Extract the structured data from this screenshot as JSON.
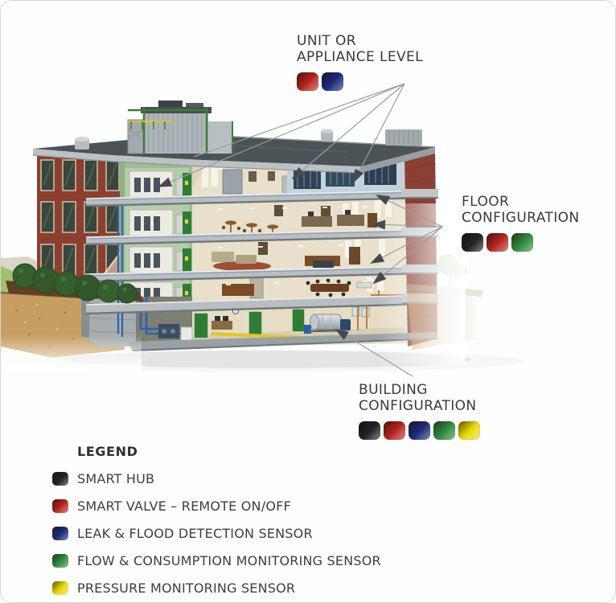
{
  "callouts": {
    "unit_appliance": {
      "line1": "UNIT OR",
      "line2": "APPLIANCE LEVEL",
      "chips": [
        {
          "device": "smart-valve",
          "color": "#b3231d"
        },
        {
          "device": "leak-flood-sensor",
          "color": "#1d2b77"
        }
      ]
    },
    "floor_configuration": {
      "line1": "FLOOR",
      "line2": "CONFIGURATION",
      "chips": [
        {
          "device": "smart-hub",
          "color": "#212124"
        },
        {
          "device": "smart-valve",
          "color": "#b3231d"
        },
        {
          "device": "flow-consumption-sensor",
          "color": "#2e8b3f"
        }
      ]
    },
    "building_configuration": {
      "line1": "BUILDING",
      "line2": "CONFIGURATION",
      "chips": [
        {
          "device": "smart-hub",
          "color": "#212124"
        },
        {
          "device": "smart-valve",
          "color": "#b3231d"
        },
        {
          "device": "leak-flood-sensor",
          "color": "#1d2b77"
        },
        {
          "device": "flow-consumption-sensor",
          "color": "#2e8b3f"
        },
        {
          "device": "pressure-sensor",
          "color": "#e8da00"
        }
      ]
    }
  },
  "legend": {
    "heading": "LEGEND",
    "items": [
      {
        "label": "SMART HUB",
        "color": "#212124"
      },
      {
        "label": "SMART VALVE – REMOTE ON/OFF",
        "color": "#b3231d"
      },
      {
        "label": "LEAK & FLOOD DETECTION SENSOR",
        "color": "#1d2b77"
      },
      {
        "label": "FLOW & CONSUMPTION MONITORING SENSOR",
        "color": "#2e8b3f"
      },
      {
        "label": "PRESSURE MONITORING SENSOR",
        "color": "#e8da00"
      }
    ]
  }
}
